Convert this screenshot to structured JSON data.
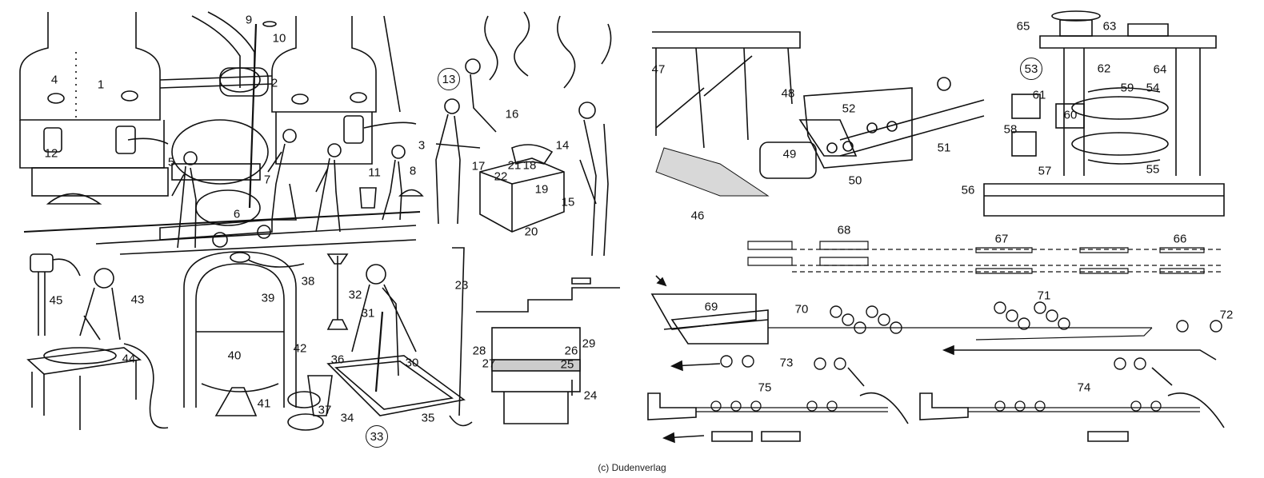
{
  "credit": "(c) Dudenverlag",
  "labels": [
    "1",
    "2",
    "3",
    "4",
    "5",
    "6",
    "7",
    "8",
    "9",
    "10",
    "11",
    "12",
    "13",
    "14",
    "15",
    "16",
    "17",
    "18",
    "19",
    "20",
    "21",
    "22",
    "23",
    "24",
    "25",
    "26",
    "27",
    "28",
    "29",
    "30",
    "31",
    "32",
    "33",
    "34",
    "35",
    "36",
    "37",
    "38",
    "39",
    "40",
    "41",
    "42",
    "43",
    "44",
    "45",
    "46",
    "47",
    "48",
    "49",
    "50",
    "51",
    "52",
    "53",
    "54",
    "55",
    "56",
    "57",
    "58",
    "59",
    "60",
    "61",
    "62",
    "63",
    "64",
    "65",
    "66",
    "67",
    "68",
    "69",
    "70",
    "71",
    "72",
    "73",
    "74",
    "75"
  ],
  "circled_labels": [
    "13",
    "33",
    "53"
  ]
}
